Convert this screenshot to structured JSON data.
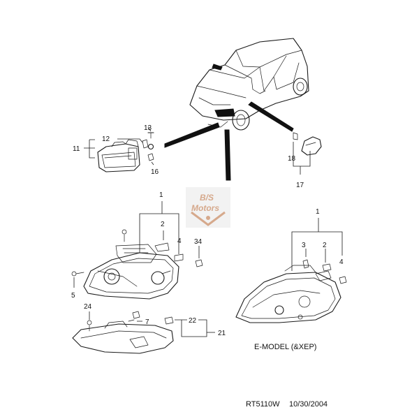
{
  "callouts": {
    "c1_top": "1",
    "c2_top": "2",
    "c4_top": "4",
    "c34": "34",
    "c5": "5",
    "c24": "24",
    "c7": "7",
    "c22": "22",
    "c21": "21",
    "c11": "11",
    "c12": "12",
    "c13": "13",
    "c16": "16",
    "c18": "18",
    "c17": "17",
    "c1_e": "1",
    "c3_e": "3",
    "c2_e": "2",
    "c4_e": "4"
  },
  "labels": {
    "e_model": "E-MODEL (&XEP)",
    "drawing_code": "RT5110W",
    "drawing_date": "10/30/2004"
  },
  "watermark": {
    "line1": "B/S",
    "line2": "Motors",
    "color": "#d6a98c"
  }
}
